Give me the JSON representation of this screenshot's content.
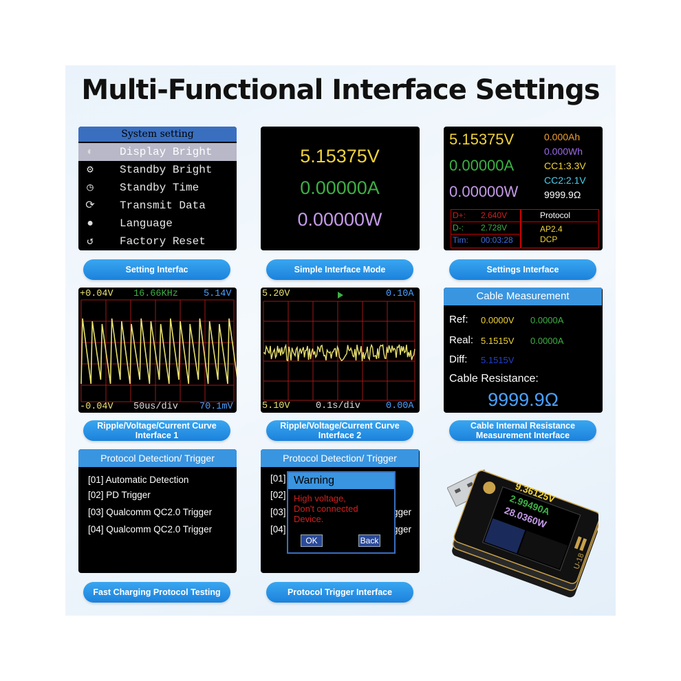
{
  "title": "Multi-Functional Interface Settings",
  "panel1": {
    "header": "System setting",
    "items": [
      {
        "icon": "contrast-icon",
        "label": "Display Bright"
      },
      {
        "icon": "gear-icon",
        "label": "Standby Bright"
      },
      {
        "icon": "clock-icon",
        "label": "Standby Time"
      },
      {
        "icon": "refresh-icon",
        "label": "Transmit Data"
      },
      {
        "icon": "globe-icon",
        "label": "Language"
      },
      {
        "icon": "undo-icon",
        "label": "Factory Reset"
      }
    ],
    "caption": "Setting Interfac"
  },
  "panel2": {
    "voltage": "5.15375V",
    "current": "0.00000A",
    "power": "0.00000W",
    "caption": "Simple Interface Mode"
  },
  "panel3": {
    "voltage": "5.15375V",
    "current": "0.00000A",
    "power": "0.00000W",
    "ah": "0.000Ah",
    "wh": "0.000Wh",
    "cc1": "CC1:3.3V",
    "cc2": "CC2:2.1V",
    "ohm": "9999.9Ω",
    "dplus_label": "D+:",
    "dplus": "2.640V",
    "dminus_label": "D-:",
    "dminus": "2.728V",
    "tim_label": "Tim:",
    "tim": "00:03:28",
    "protocol_label": "Protocol",
    "protocol1": "AP2.4",
    "protocol2": "DCP",
    "caption": "Settings Interface"
  },
  "panel4": {
    "top_left": "+0.04V",
    "freq": "16.66KHz",
    "top_right": "5.14V",
    "bottom_left": "-0.04V",
    "timebase": "50us/div",
    "bottom_right": "70.1mV",
    "caption_line1": "Ripple/Voltage/Current Curve",
    "caption_line2": "Interface 1"
  },
  "panel5": {
    "top_left": "5.20V",
    "top_right": "0.10A",
    "bottom_left": "5.10V",
    "timebase": "0.1s/div",
    "bottom_right": "0.00A",
    "caption_line1": "Ripple/Voltage/Current Curve",
    "caption_line2": "Interface 2"
  },
  "panel6": {
    "header": "Cable Measurement",
    "ref_label": "Ref:",
    "ref_v": "0.0000V",
    "ref_a": "0.0000A",
    "real_label": "Real:",
    "real_v": "5.1515V",
    "real_a": "0.0000A",
    "diff_label": "Diff:",
    "diff_v": "5.1515V",
    "res_label": "Cable Resistance:",
    "res_value": "9999.9Ω",
    "caption_line1": "Cable Internal Resistance",
    "caption_line2": "Measurement Interface"
  },
  "panel7": {
    "header": "Protocol Detection/ Trigger",
    "items": [
      "[01] Automatic Detection",
      "[02] PD Trigger",
      "[03] Qualcomm QC2.0 Trigger",
      "[04] Qualcomm QC2.0 Trigger"
    ],
    "caption": "Fast Charging Protocol Testing"
  },
  "panel8": {
    "header": "Protocol Detection/ Trigger",
    "bg_items": [
      "[01]",
      "[02]",
      "[03]",
      "[04]"
    ],
    "bg_tails": [
      "gger",
      "gger"
    ],
    "warning_title": "Warning",
    "warning_lines": [
      "High voltage,",
      "Don't connected",
      "Device."
    ],
    "ok_label": "OK",
    "back_label": "Back",
    "caption": "Protocol Trigger Interface"
  },
  "device": {
    "voltage": "9.36125V",
    "current": "2.99490A",
    "power": "28.0360W",
    "model": "U-18"
  },
  "colors": {
    "yellow": "#f0d23a",
    "green": "#3cb043",
    "purple": "#c49ae8",
    "orange": "#f0a030",
    "blue_label": "#3aa0ff",
    "pill": "#2491e6"
  }
}
